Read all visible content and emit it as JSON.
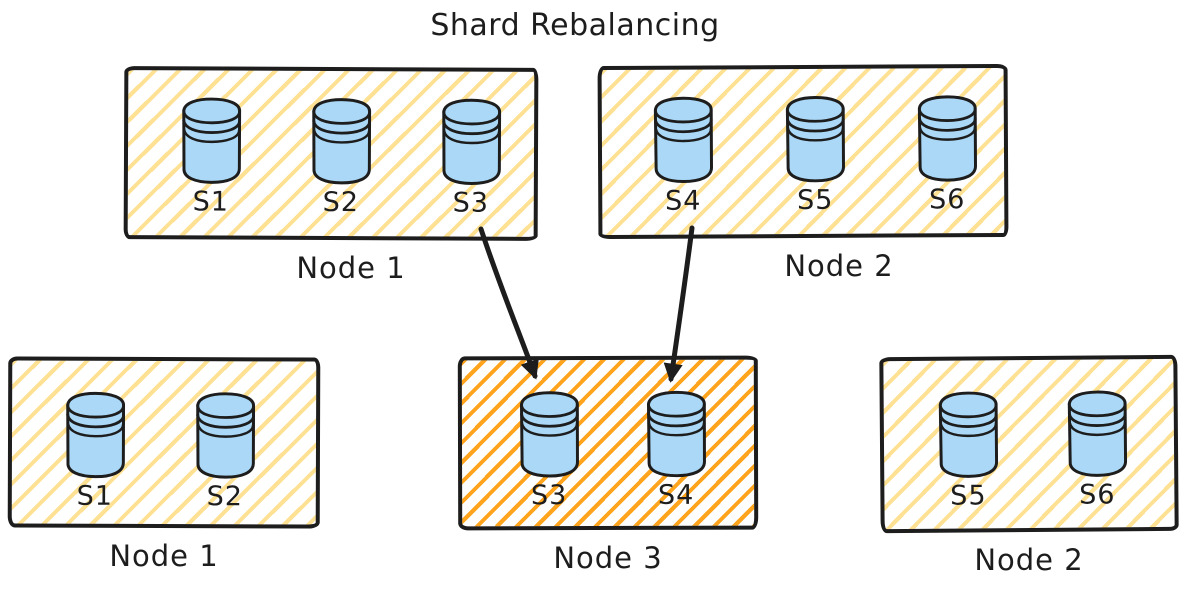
{
  "title": "Shard Rebalancing",
  "nodes": {
    "top_node1": {
      "label": "Node 1",
      "shards": [
        "S1",
        "S2",
        "S3"
      ],
      "highlighted": false
    },
    "top_node2": {
      "label": "Node 2",
      "shards": [
        "S4",
        "S5",
        "S6"
      ],
      "highlighted": false
    },
    "bottom_node1": {
      "label": "Node 1",
      "shards": [
        "S1",
        "S2"
      ],
      "highlighted": false
    },
    "bottom_node3": {
      "label": "Node 3",
      "shards": [
        "S3",
        "S4"
      ],
      "highlighted": true
    },
    "bottom_node2": {
      "label": "Node 2",
      "shards": [
        "S5",
        "S6"
      ],
      "highlighted": false
    }
  },
  "arrows": [
    {
      "from": "shard S3 in top Node 1",
      "to": "shard S3 in Node 3"
    },
    {
      "from": "shard S4 in top Node 2",
      "to": "shard S4 in Node 3"
    }
  ],
  "icons": {
    "shard": "database-cylinder-icon"
  },
  "colors": {
    "stroke": "#1d1d1d",
    "yellow_hatch": "#ffe194",
    "orange_hatch": "#ffa41c",
    "shard_fill": "#aad8f6",
    "background": "#ffffff"
  }
}
